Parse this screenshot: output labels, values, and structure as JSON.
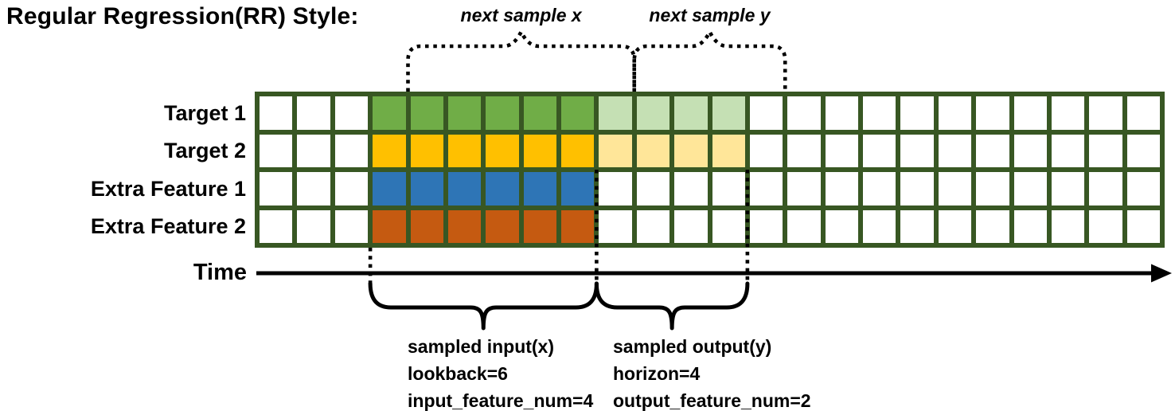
{
  "title": "Regular Regression(RR) Style:",
  "colors": {
    "grid_line": "#385723",
    "cell_default": "#FFFFFF",
    "annotation": "#000000"
  },
  "grid": {
    "total_columns": 24,
    "lead_in_columns": 3,
    "lookback_columns": 6,
    "horizon_columns": 4,
    "trailing_columns": 11,
    "rows": [
      {
        "label": "Target 1",
        "input_color": "#70AD47",
        "output_color": "#C5E0B4"
      },
      {
        "label": "Target 2",
        "input_color": "#FFC000",
        "output_color": "#FFE699"
      },
      {
        "label": "Extra Feature 1",
        "input_color": "#2E75B6",
        "output_color": null
      },
      {
        "label": "Extra Feature 2",
        "input_color": "#C55A11",
        "output_color": null
      }
    ]
  },
  "annotations": {
    "next_sample_x": "next sample x",
    "next_sample_y": "next sample y",
    "time_label": "Time",
    "input_lines": [
      "sampled input(x)",
      "lookback=6",
      "input_feature_num=4"
    ],
    "output_lines": [
      "sampled output(y)",
      "horizon=4",
      "output_feature_num=2"
    ]
  },
  "params": {
    "lookback": 6,
    "horizon": 4,
    "input_feature_num": 4,
    "output_feature_num": 2
  }
}
